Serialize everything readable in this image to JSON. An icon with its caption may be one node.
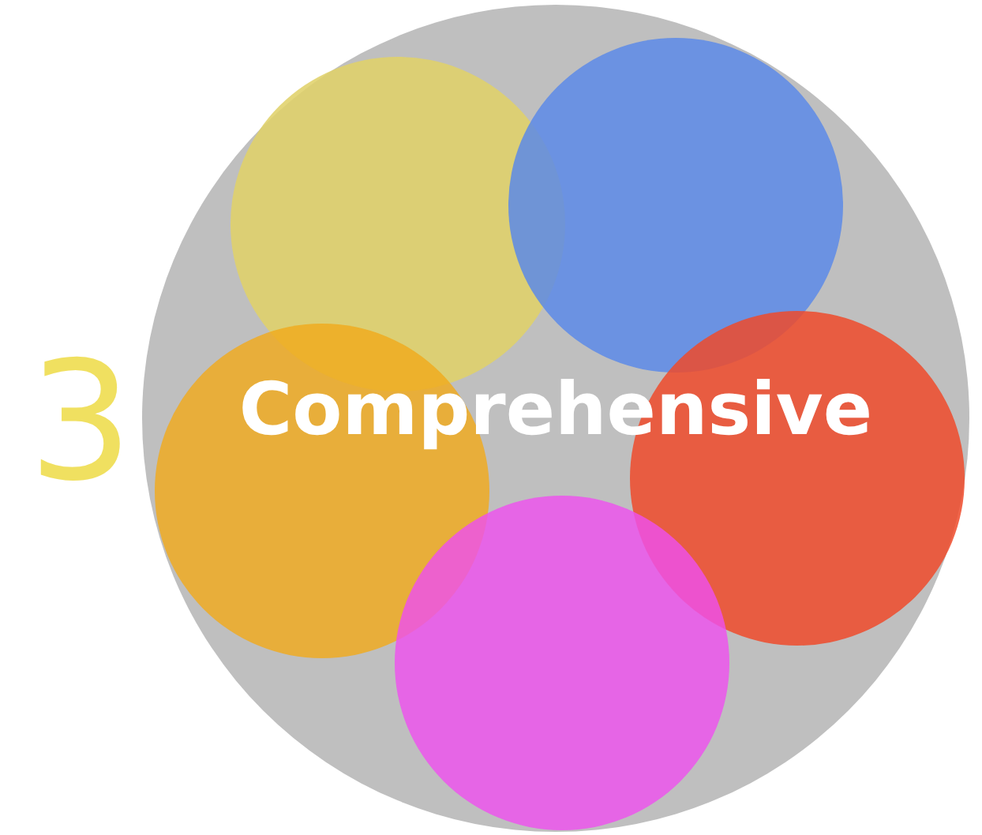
{
  "diagram": {
    "nodes": [
      {
        "text": [
          "Comprehensive"
        ]
      },
      {
        "text": [],
        "shape": "circle",
        "in": 0
      },
      {
        "text": [],
        "shape": "circle",
        "in": 0
      },
      {
        "text": [],
        "shape": "circle",
        "in": 0
      },
      {
        "text": [],
        "shape": "circle",
        "in": 0
      },
      {
        "text": [],
        "shape": "circle",
        "in": 0
      }
    ],
    "labels": [
      "3"
    ]
  }
}
